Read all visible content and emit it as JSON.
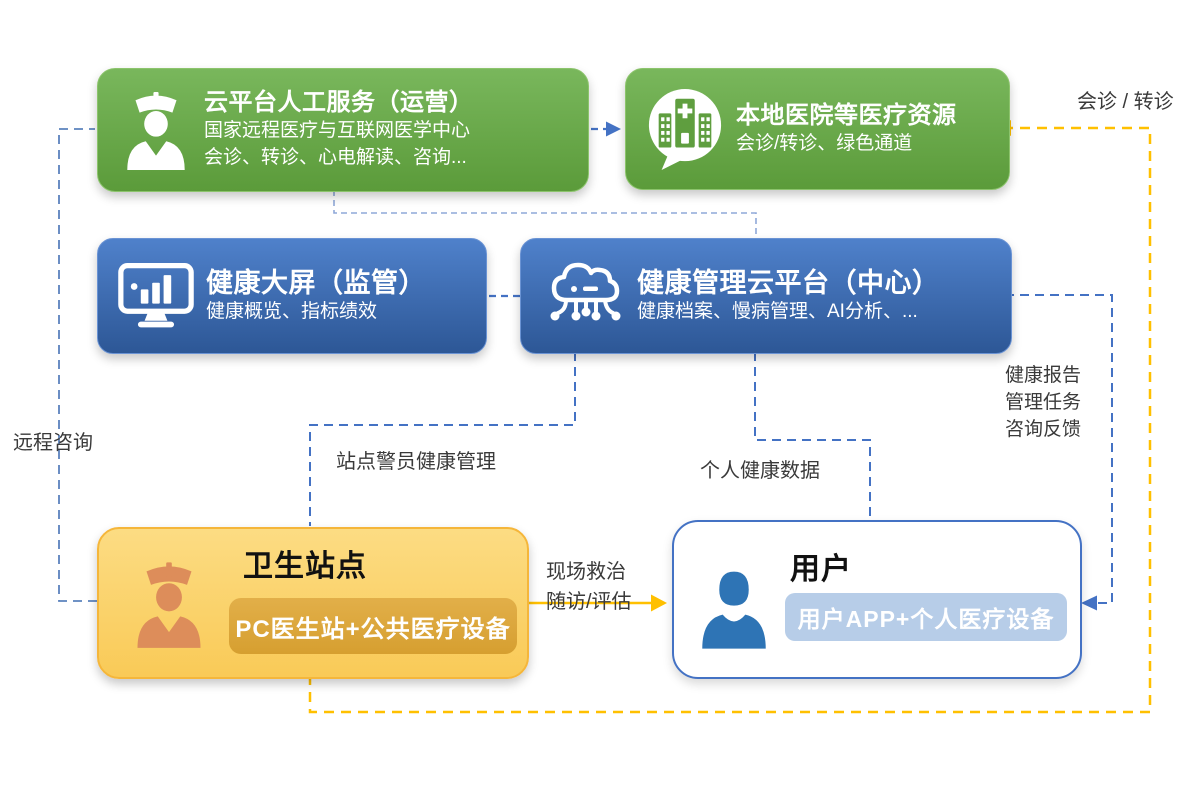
{
  "colors": {
    "green_top": "#79b75c",
    "green_bottom": "#5b9b3a",
    "blue_top": "#4f81cb",
    "blue_bottom": "#2d5796",
    "orange_fill": "#fbd36e",
    "orange_border": "#f5b63a",
    "gold_pill": "#dca738",
    "user_border": "#4472c4",
    "user_pill": "#b7cde8",
    "person_blue": "#2e74b5",
    "blue_line": "#4472c4",
    "blue_line_mid": "#5b82bd",
    "blue_line_light": "#8fa8d8",
    "yellow_line": "#ffc000",
    "label_text": "#3a3a3a"
  },
  "nodes": {
    "cloud_service": {
      "title": "云平台人工服务（运营）",
      "line1": "国家远程医疗与互联网医学中心",
      "line2": "会诊、转诊、心电解读、咨询..."
    },
    "local_hospital": {
      "title": "本地医院等医疗资源",
      "line1": "会诊/转诊、绿色通道"
    },
    "health_screen": {
      "title": "健康大屏（监管）",
      "line1": "健康概览、指标绩效"
    },
    "cloud_platform": {
      "title": "健康管理云平台（中心）",
      "line1": "健康档案、慢病管理、AI分析、..."
    },
    "health_station": {
      "title": "卫生站点",
      "badge": "PC医生站+公共医疗设备"
    },
    "user": {
      "title": "用户",
      "badge": "用户APP+个人医疗设备"
    }
  },
  "labels": {
    "consult_transfer": "会诊 / 转诊",
    "remote_consult": "远程咨询",
    "station_police_health": "站点警员健康管理",
    "personal_health_data": "个人健康数据",
    "report1": "健康报告",
    "report2": "管理任务",
    "report3": "咨询反馈",
    "onsite1": "现场救治",
    "onsite2": "随访/评估"
  }
}
